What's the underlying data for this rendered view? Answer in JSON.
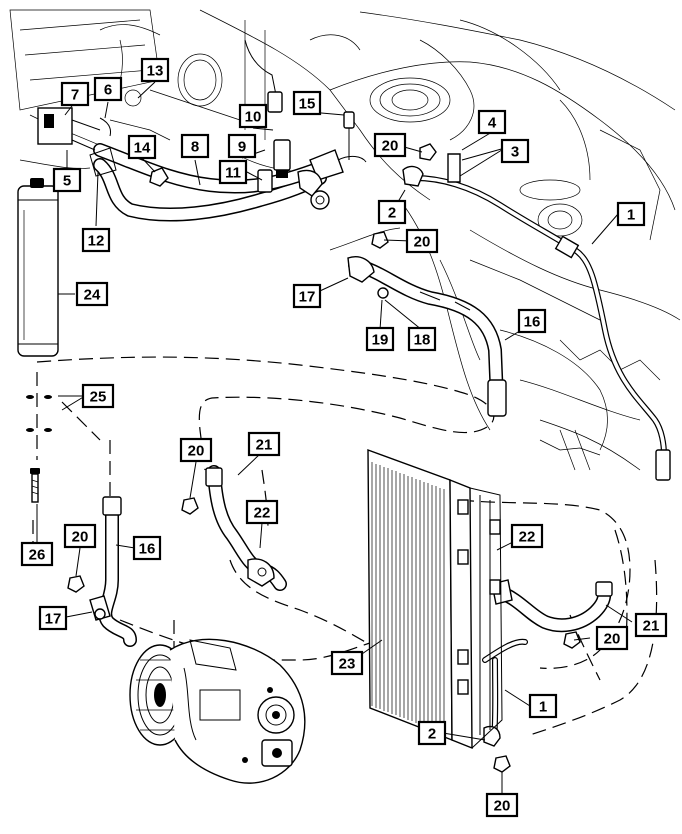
{
  "diagram": {
    "callouts": [
      {
        "id": "c1a",
        "label": "1"
      },
      {
        "id": "c1b",
        "label": "1"
      },
      {
        "id": "c2a",
        "label": "2"
      },
      {
        "id": "c2b",
        "label": "2"
      },
      {
        "id": "c3",
        "label": "3"
      },
      {
        "id": "c4",
        "label": "4"
      },
      {
        "id": "c5",
        "label": "5"
      },
      {
        "id": "c6",
        "label": "6"
      },
      {
        "id": "c7",
        "label": "7"
      },
      {
        "id": "c8",
        "label": "8"
      },
      {
        "id": "c9",
        "label": "9"
      },
      {
        "id": "c10",
        "label": "10"
      },
      {
        "id": "c11",
        "label": "11"
      },
      {
        "id": "c12",
        "label": "12"
      },
      {
        "id": "c13",
        "label": "13"
      },
      {
        "id": "c14",
        "label": "14"
      },
      {
        "id": "c15",
        "label": "15"
      },
      {
        "id": "c16a",
        "label": "16"
      },
      {
        "id": "c16b",
        "label": "16"
      },
      {
        "id": "c17a",
        "label": "17"
      },
      {
        "id": "c17b",
        "label": "17"
      },
      {
        "id": "c18",
        "label": "18"
      },
      {
        "id": "c19",
        "label": "19"
      },
      {
        "id": "c20a",
        "label": "20"
      },
      {
        "id": "c20b",
        "label": "20"
      },
      {
        "id": "c20c",
        "label": "20"
      },
      {
        "id": "c20d",
        "label": "20"
      },
      {
        "id": "c20e",
        "label": "20"
      },
      {
        "id": "c20f",
        "label": "20"
      },
      {
        "id": "c21a",
        "label": "21"
      },
      {
        "id": "c21b",
        "label": "21"
      },
      {
        "id": "c22a",
        "label": "22"
      },
      {
        "id": "c22b",
        "label": "22"
      },
      {
        "id": "c23",
        "label": "23"
      },
      {
        "id": "c24",
        "label": "24"
      },
      {
        "id": "c25",
        "label": "25"
      },
      {
        "id": "c26",
        "label": "26"
      }
    ]
  }
}
